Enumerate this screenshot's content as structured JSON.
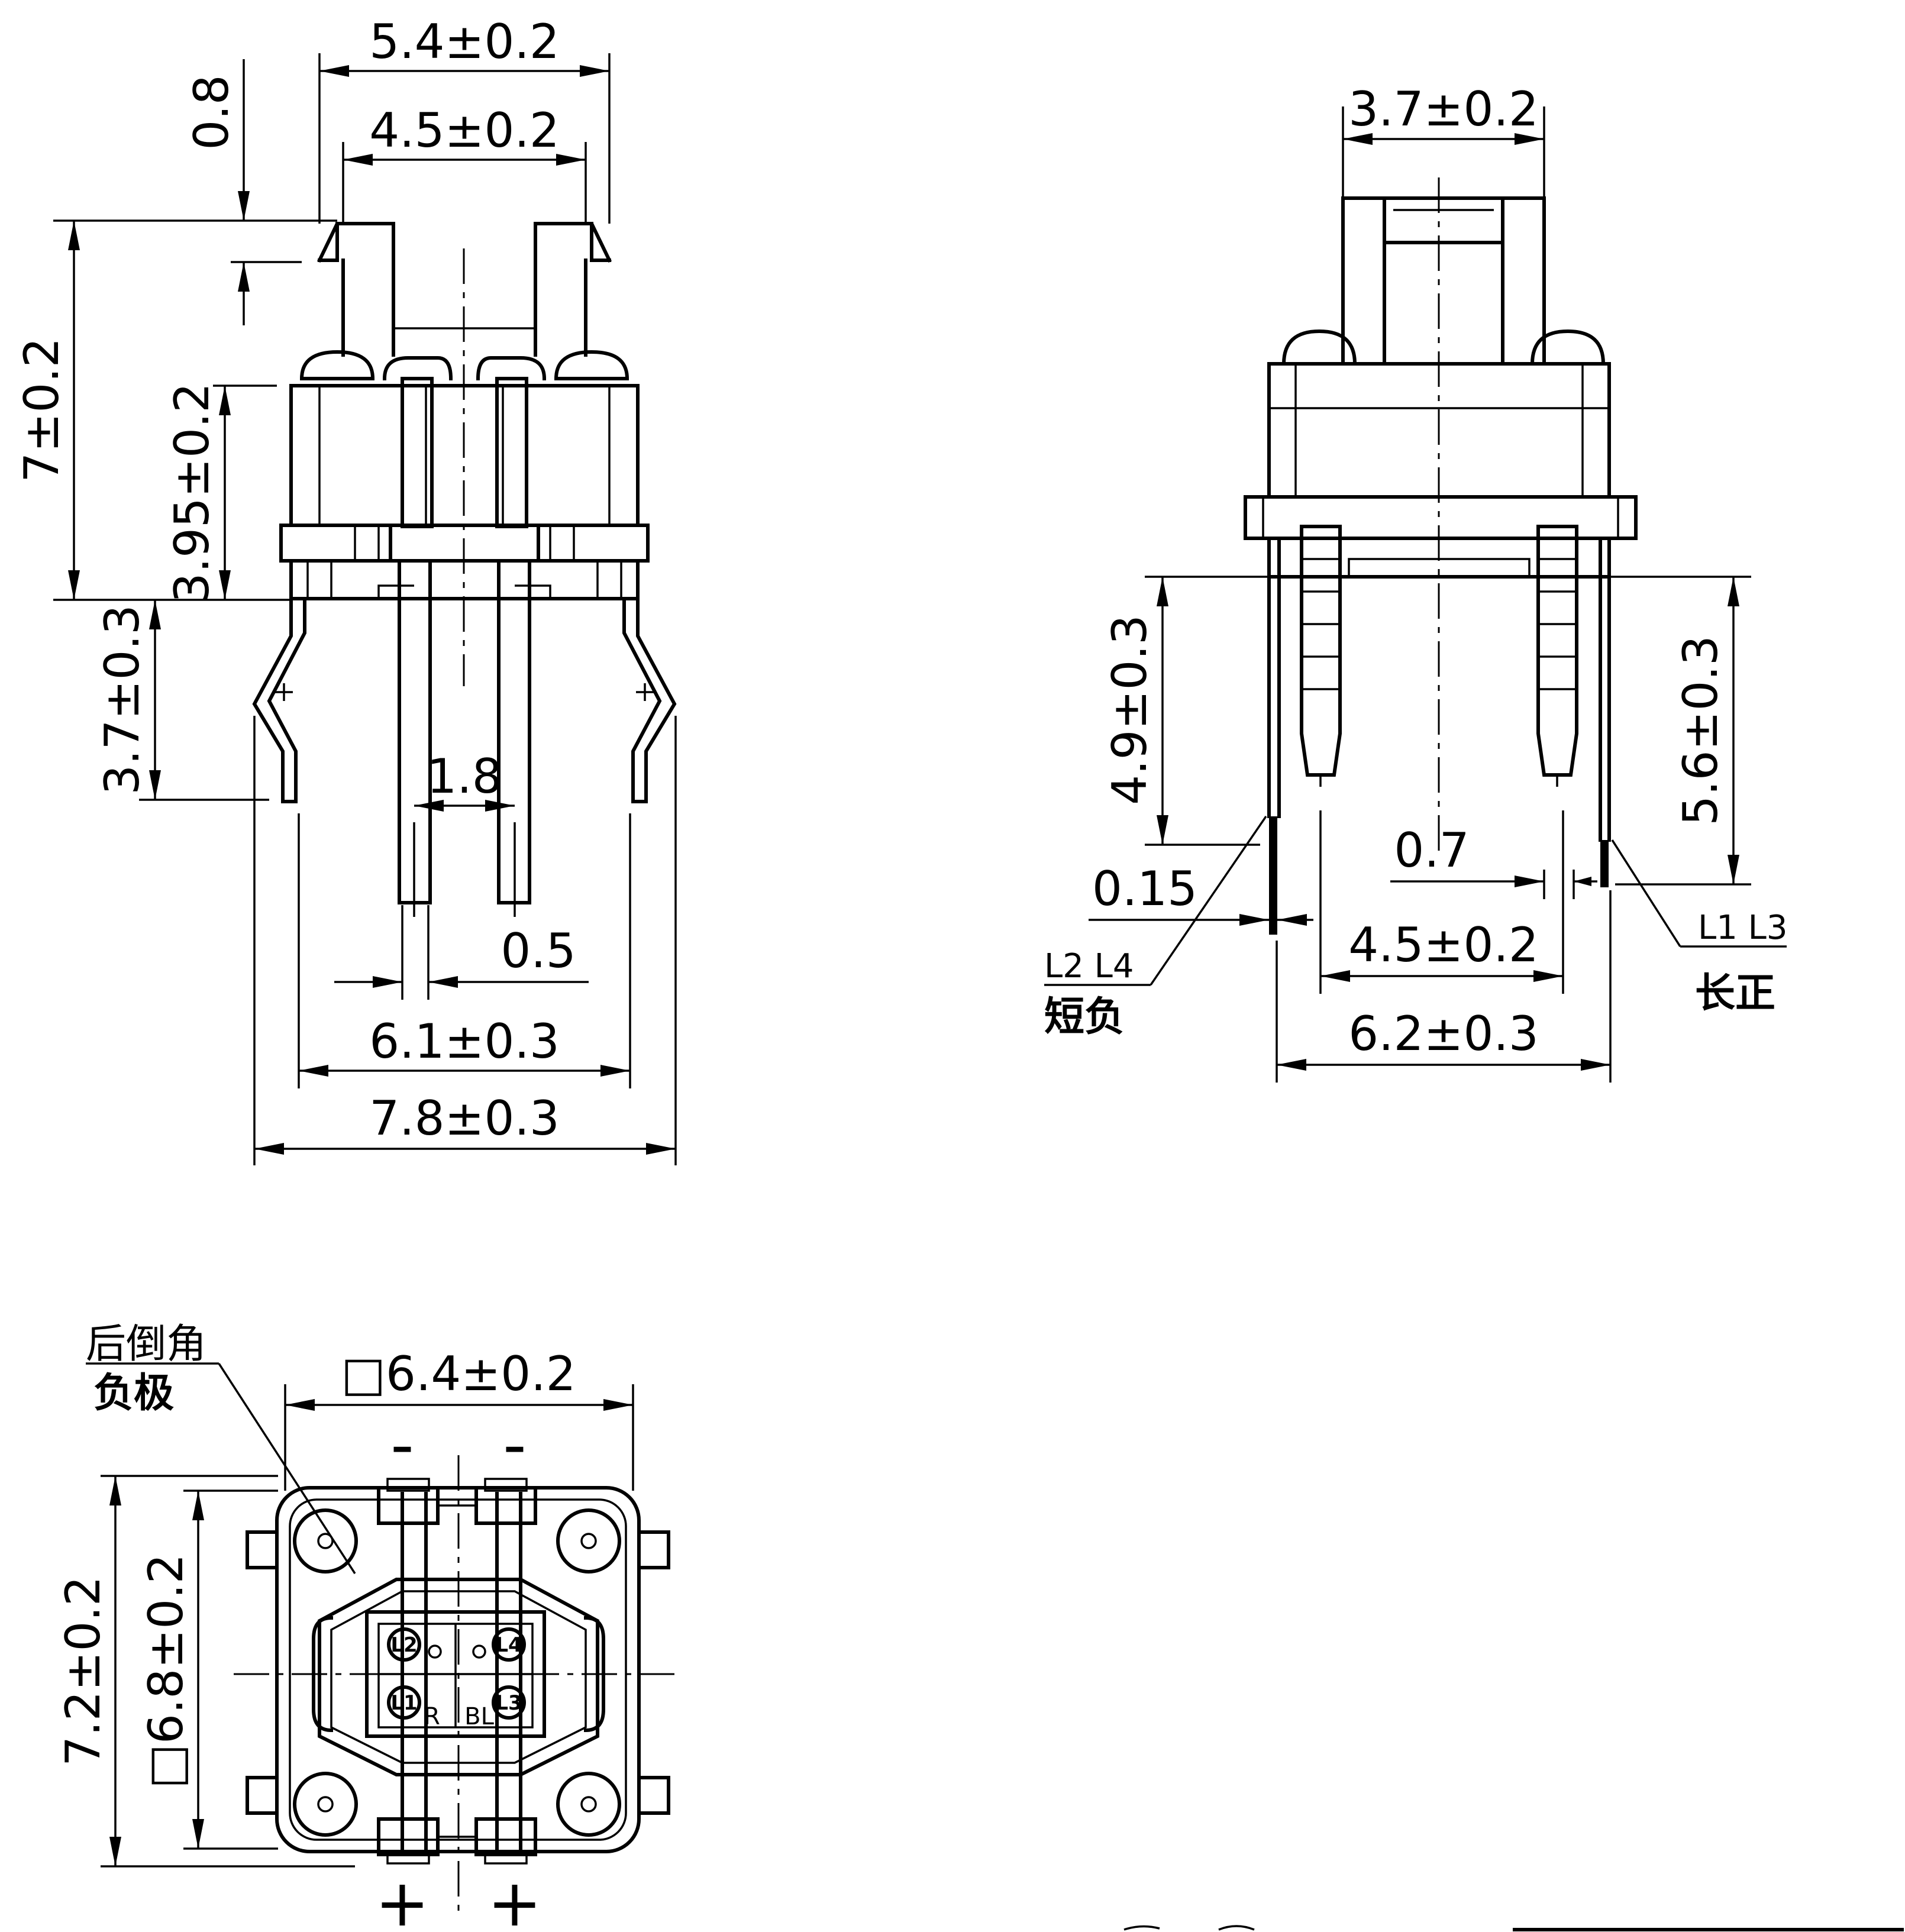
{
  "front_view": {
    "dims": {
      "overall_height": "7±0.2",
      "body_height": "3.95±0.2",
      "terminal_length": "3.7±0.3",
      "top_width": "5.4±0.2",
      "inner_width": "4.5±0.2",
      "step": "0.8",
      "pin_spacing": "1.8",
      "pin_width": "0.5",
      "span_inner": "6.1±0.3",
      "span_outer": "7.8±0.3"
    }
  },
  "side_view": {
    "dims": {
      "top_width": "3.7±0.2",
      "left_pin_length": "4.9±0.3",
      "right_pin_length": "5.6±0.3",
      "pin_width": "0.7",
      "pin_thickness": "0.15",
      "pin_spacing": "4.5±0.2",
      "span": "6.2±0.3"
    },
    "callouts": {
      "left_pins": "L2 L4",
      "left_note": "短负",
      "right_pins": "L1 L3",
      "right_note": "长正"
    }
  },
  "bottom_view": {
    "dims": {
      "width": "□6.4±0.2",
      "outer_height": "7.2±0.2",
      "inner_height": "□6.8±0.2"
    },
    "callouts": {
      "chamfer": "后倒角",
      "cathode": "负极"
    },
    "polarity": {
      "minus_left": "-",
      "minus_right": "-",
      "plus_left": "+",
      "plus_right": "+"
    },
    "led_labels": {
      "l1": "L1",
      "l2": "L2",
      "l3": "L3",
      "l4": "L4",
      "red": "R",
      "blue": "BL"
    }
  }
}
